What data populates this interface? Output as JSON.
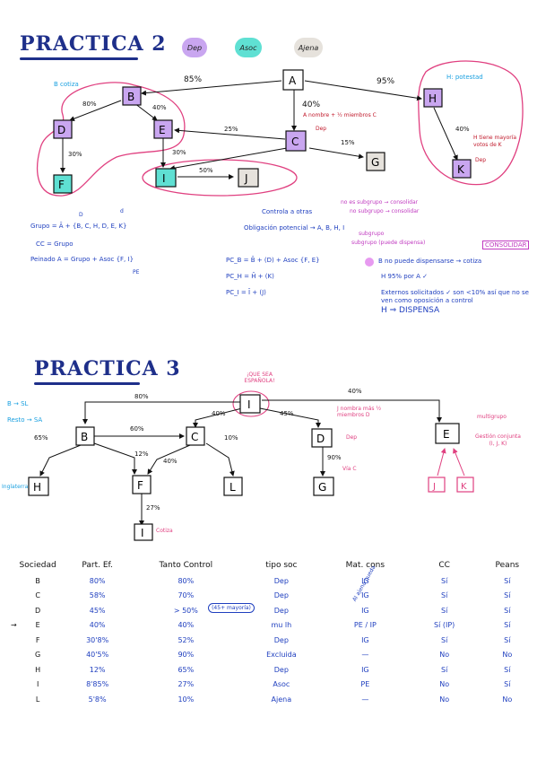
{
  "p2": {
    "title": "PRACTICA 2",
    "legend": {
      "dep": "Dep",
      "asoc": "Asoc",
      "ajena": "Ajena"
    },
    "notes": {
      "b_cotiza": "B cotiza",
      "h_potestad": "H: potestad",
      "a_nombre": "A nombre + ½ miembros C",
      "dep": "Dep",
      "h_tiene": "H tiene mayoría votos de K",
      "h_dep": "Dep"
    },
    "pct": {
      "a_b": "85%",
      "a_h": "95%",
      "a_c": "40%",
      "b_d": "80%",
      "b_e": "40%",
      "c_e": "25%",
      "c_g": "15%",
      "c_i": "30%",
      "d_f": "30%",
      "h_k": "40%",
      "i_j": "50%"
    },
    "calc": {
      "grupo": "Grupo = Ā + {B, C, H, D, E, K}",
      "grupo_d": "D",
      "grupo_d2": "d",
      "cc": "CC = Grupo",
      "peinado": "Peinado A = Grupo + Asoc {F, I}",
      "pe": "PE",
      "controla": "Controla a otras",
      "obligacion": "Obligación potencial → A, B, H, I",
      "note1": "no es subgrupo → consolidar",
      "note2": "no subgrupo → consolidar",
      "note3": "subgrupo",
      "note4": "subgrupo (puede dispensa)",
      "consolidar": "CONSOLIDAR",
      "pcb": "PC_B = B̄ + (D) + Asoc {F, E}",
      "pch": "PC_H = H̄ + (K)",
      "pci": "PC_I = Ī + (J)",
      "b_no": "B no puede dispensarse → cotiza",
      "h_95": "H 95% por A ✓",
      "externos": "Externos solicitados ✓ son <10% así que no se ven como oposición a control",
      "h_dispensa": "H ⇒ DISPENSA"
    }
  },
  "p3": {
    "title": "PRACTICA 3",
    "que_sea": "¡QUE SEA ESPAÑOLA!",
    "b_sl": "B → SL",
    "resto": "Resto → SA",
    "inglaterra": "Inglaterra",
    "j_nombra": "J nombra más ½ miembros D",
    "dep": "Dep",
    "via_c": "Vía C",
    "multigrupo": "multigrupo",
    "gestion": "Gestión conjunta (I, J, K)",
    "cotiza": "Cotiza",
    "pct": {
      "i_b": "80%",
      "i_c": "40%",
      "i_d": "45%",
      "i_e": "40%",
      "b_c": "60%",
      "b_h": "65%",
      "b_f": "12%",
      "c_f": "40%",
      "c_l": "10%",
      "d_g": "90%",
      "f_i": "27%"
    }
  },
  "table": {
    "headers": [
      "Sociedad",
      "Part. Ef.",
      "Tanto Control",
      "tipo soc",
      "Mat. cons",
      "CC",
      "Peans"
    ],
    "note_may": "(45+ mayoría)",
    "note_ajena": "Al ajena queda",
    "rows": [
      {
        "arrow": "",
        "soc": "B",
        "part": "80%",
        "tanto": "80%",
        "tipo": "Dep",
        "mat": "IG",
        "cc": "Sí",
        "peans": "Sí"
      },
      {
        "arrow": "",
        "soc": "C",
        "part": "58%",
        "tanto": "70%",
        "tipo": "Dep",
        "mat": "IG",
        "cc": "Sí",
        "peans": "Sí"
      },
      {
        "arrow": "",
        "soc": "D",
        "part": "45%",
        "tanto": "> 50%",
        "tipo": "Dep",
        "mat": "IG",
        "cc": "Sí",
        "peans": "Sí"
      },
      {
        "arrow": "→",
        "soc": "E",
        "part": "40%",
        "tanto": "40%",
        "tipo": "mu lh",
        "mat": "PE / IP",
        "cc": "Sí (IP)",
        "peans": "Sí"
      },
      {
        "arrow": "",
        "soc": "F",
        "part": "30'8%",
        "tanto": "52%",
        "tipo": "Dep",
        "mat": "IG",
        "cc": "Sí",
        "peans": "Sí"
      },
      {
        "arrow": "",
        "soc": "G",
        "part": "40'5%",
        "tanto": "90%",
        "tipo": "Excluida",
        "mat": "—",
        "cc": "No",
        "peans": "No"
      },
      {
        "arrow": "",
        "soc": "H",
        "part": "12%",
        "tanto": "65%",
        "tipo": "Dep",
        "mat": "IG",
        "cc": "Sí",
        "peans": "Sí"
      },
      {
        "arrow": "",
        "soc": "I",
        "part": "8'85%",
        "tanto": "27%",
        "tipo": "Asoc",
        "mat": "PE",
        "cc": "No",
        "peans": "Sí"
      },
      {
        "arrow": "",
        "soc": "L",
        "part": "5'8%",
        "tanto": "10%",
        "tipo": "Ajena",
        "mat": "—",
        "cc": "No",
        "peans": "No"
      }
    ]
  },
  "colors": {
    "dep": "#c9a6f0",
    "asoc": "#5fe0d3",
    "ajena": "#e6e2dc",
    "ink": "#1e2f8a"
  }
}
